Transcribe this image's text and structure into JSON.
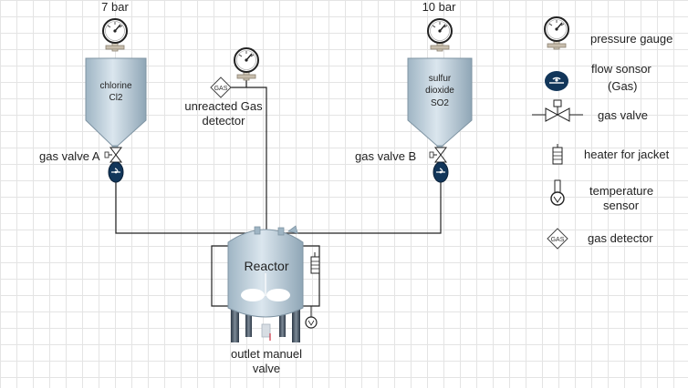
{
  "tanks": {
    "chlorine": {
      "pressure": "7 bar",
      "line1": "chlorine",
      "line2": "Cl2",
      "valve_label": "gas valve A"
    },
    "sulfur": {
      "pressure": "10 bar",
      "line1": "sulfur",
      "line2": "dioxide",
      "line3": "SO2",
      "valve_label": "gas valve B"
    }
  },
  "detector": {
    "badge": "GAS",
    "line1": "unreacted Gas",
    "line2": "detector"
  },
  "reactor": {
    "label": "Reactor",
    "outlet_line1": "outlet manuel",
    "outlet_line2": "valve"
  },
  "legend": {
    "pressure_gauge": "pressure gauge",
    "flow_sensor_line1": "flow sonsor",
    "flow_sensor_line2": "(Gas)",
    "gas_valve": "gas valve",
    "heater": "heater for jacket",
    "temp_line1": "temperature",
    "temp_line2": "sensor",
    "gas_detector_badge": "GAS",
    "gas_detector": "gas detector"
  }
}
